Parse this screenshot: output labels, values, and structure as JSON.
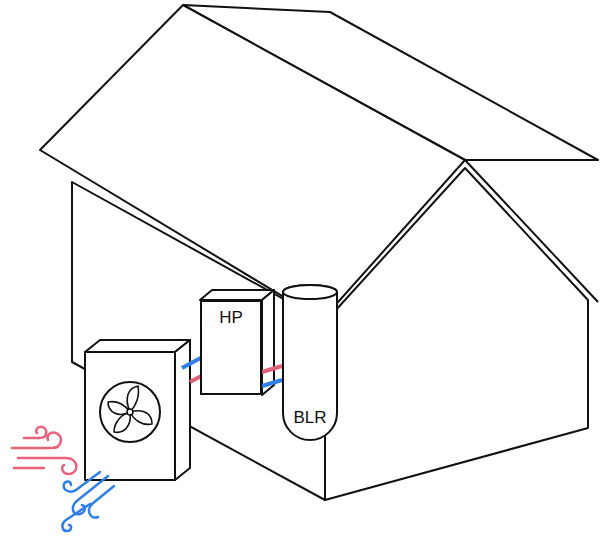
{
  "diagram": {
    "nodes": [
      {
        "text": [
          "HP"
        ]
      },
      {
        "text": [
          "BLR"
        ]
      }
    ],
    "edges": [
      {
        "from": 0,
        "to": 1,
        "arrow": "none"
      },
      {
        "from": 0,
        "to": 1,
        "arrow": "none"
      }
    ]
  }
}
